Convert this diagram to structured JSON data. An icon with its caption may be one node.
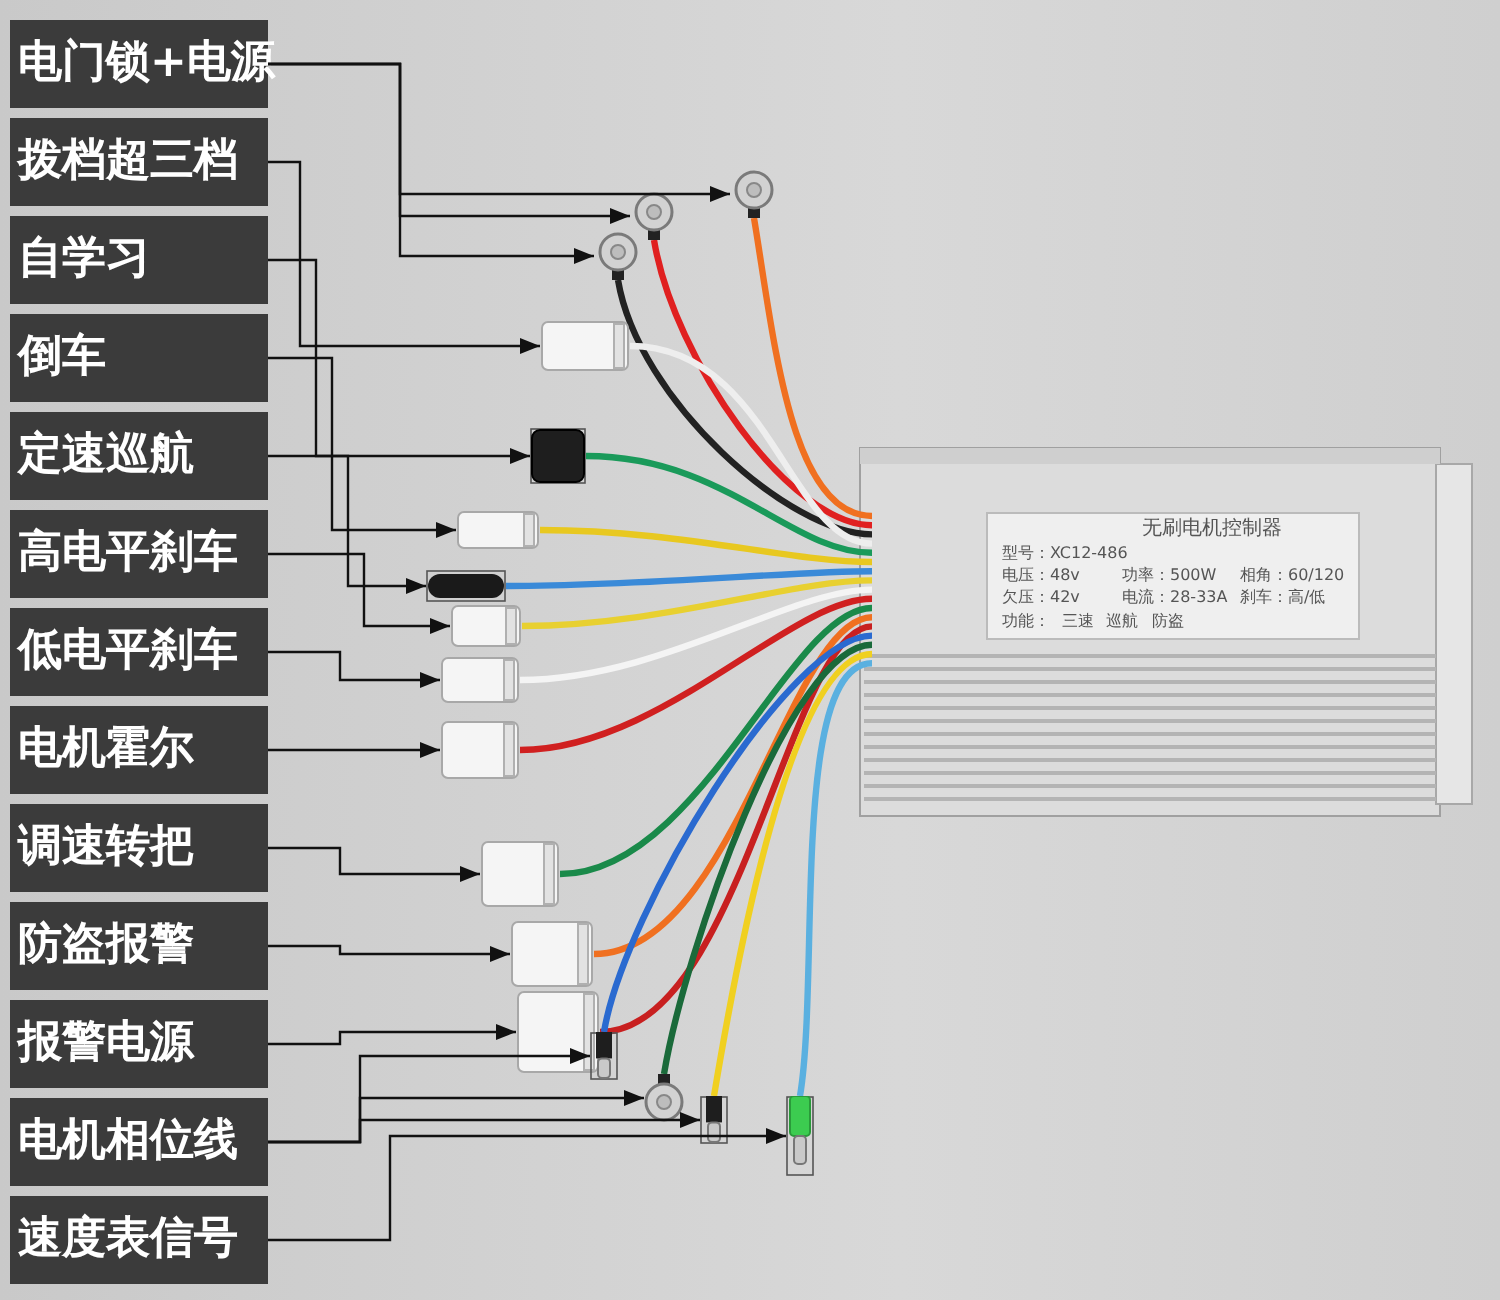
{
  "diagram": {
    "nodes": [
      {
        "text": [
          "电门锁+电源"
        ]
      },
      {
        "text": [
          "拨档超三档"
        ]
      },
      {
        "text": [
          "自学习"
        ]
      },
      {
        "text": [
          "倒车"
        ]
      },
      {
        "text": [
          "定速巡航"
        ]
      },
      {
        "text": [
          "高电平刹车"
        ]
      },
      {
        "text": [
          "低电平刹车"
        ]
      },
      {
        "text": [
          "电机霍尔"
        ]
      },
      {
        "text": [
          "调速转把"
        ]
      },
      {
        "text": [
          "防盗报警"
        ]
      },
      {
        "text": [
          "报警电源"
        ]
      },
      {
        "text": [
          "电机相位线"
        ]
      },
      {
        "text": [
          "速度表信号"
        ]
      },
      {
        "text": [],
        "shape": "picture"
      },
      {
        "text": [],
        "shape": "picture"
      },
      {
        "text": [],
        "shape": "picture"
      },
      {
        "text": [],
        "shape": "picture"
      },
      {
        "text": [],
        "shape": "box"
      },
      {
        "text": [],
        "shape": "picture"
      },
      {
        "text": [],
        "shape": "box"
      },
      {
        "text": [],
        "shape": "picture"
      },
      {
        "text": [],
        "shape": "picture"
      },
      {
        "text": [],
        "shape": "picture"
      },
      {
        "text": [],
        "shape": "picture"
      },
      {
        "text": [],
        "shape": "picture"
      },
      {
        "text": [],
        "shape": "picture"
      },
      {
        "text": [],
        "shape": "box"
      },
      {
        "text": [],
        "shape": "picture"
      },
      {
        "text": [],
        "shape": "box"
      },
      {
        "text": [],
        "shape": "box"
      }
    ],
    "edges": [
      {
        "from": 0,
        "to": 13,
        "arrow": "to"
      },
      {
        "from": 0,
        "to": 14,
        "arrow": "to"
      },
      {
        "from": 0,
        "to": 15,
        "arrow": "to"
      },
      {
        "from": 1,
        "to": 16,
        "arrow": "to"
      },
      {
        "from": 2,
        "to": 17,
        "arrow": "to"
      },
      {
        "from": 3,
        "to": 18,
        "arrow": "to"
      },
      {
        "from": 4,
        "to": 19,
        "arrow": "to"
      },
      {
        "from": 5,
        "to": 20,
        "arrow": "to"
      },
      {
        "from": 6,
        "to": 21,
        "arrow": "to"
      },
      {
        "from": 7,
        "to": 22,
        "arrow": "to"
      },
      {
        "from": 8,
        "to": 23,
        "arrow": "to"
      },
      {
        "from": 9,
        "to": 24,
        "arrow": "to"
      },
      {
        "from": 10,
        "to": 25,
        "arrow": "to"
      },
      {
        "from": 11,
        "to": 26,
        "arrow": "to"
      },
      {
        "from": 11,
        "to": 27,
        "arrow": "to"
      },
      {
        "from": 11,
        "to": 28,
        "arrow": "to"
      },
      {
        "from": 12,
        "to": 29,
        "arrow": "to"
      }
    ],
    "labels": [
      "无刷电机控制器",
      "型号：XC12-486",
      "电压：48v",
      "功率：500W",
      "相角：60/120",
      "欠压：42v",
      "电流：28-33A",
      "刹车：高/低",
      "功能：",
      "三速",
      "巡航",
      "防盗"
    ]
  }
}
